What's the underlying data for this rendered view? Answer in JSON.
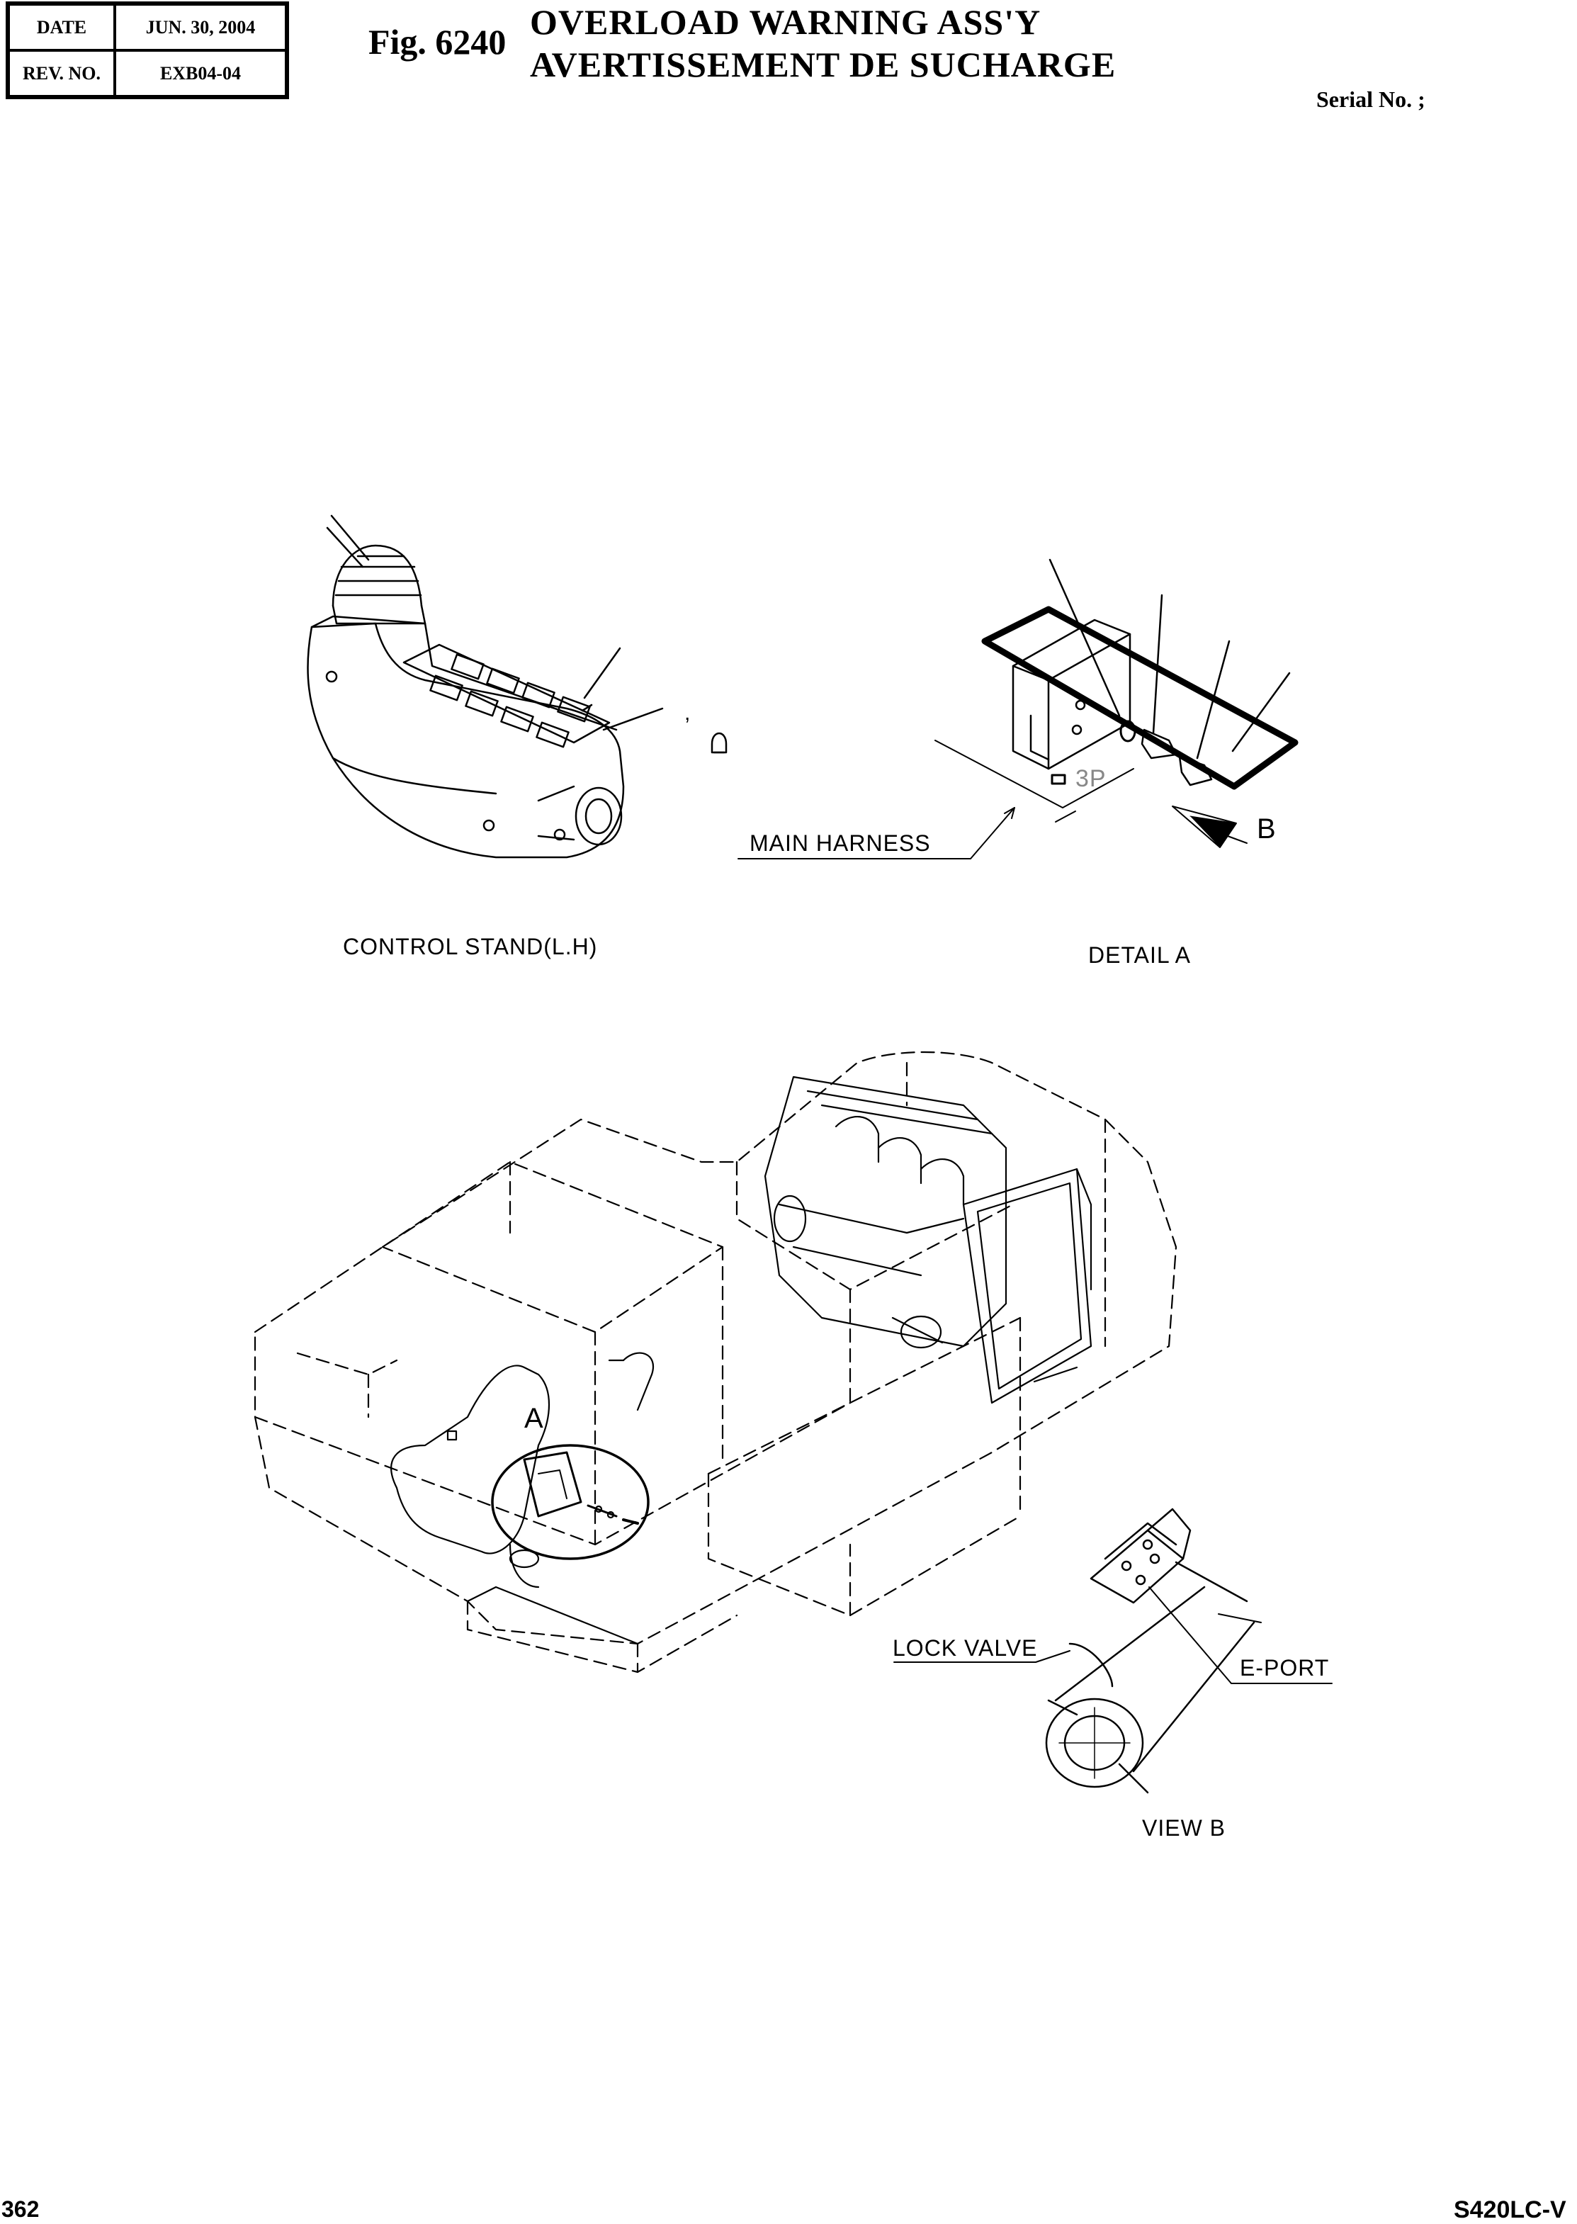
{
  "header": {
    "date_label": "DATE",
    "date_value": "JUN. 30, 2004",
    "rev_label": "REV. NO.",
    "rev_value": "EXB04-04"
  },
  "figure": {
    "number": "Fig. 6240",
    "title_en": "OVERLOAD WARNING ASS'Y",
    "title_fr": "AVERTISSEMENT DE SUCHARGE",
    "serial": "Serial No. ;"
  },
  "labels": {
    "control_stand": "CONTROL STAND(L.H)",
    "detail_a": "DETAIL  A",
    "main_harness": "MAIN HARNESS",
    "connector_3p": "3P",
    "view_b_marker": "B",
    "section_a_marker": "A",
    "lock_valve": "LOCK VALVE",
    "e_port": "E-PORT",
    "view_b": "VIEW  B",
    "comma_mark": ","
  },
  "footer": {
    "page": "362",
    "model": "S420LC-V"
  }
}
